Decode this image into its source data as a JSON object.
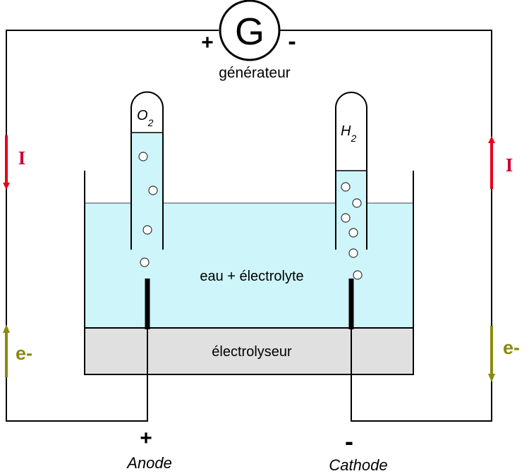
{
  "generator": {
    "symbol": "G",
    "label": "générateur",
    "plus_sign": "+",
    "minus_sign": "-"
  },
  "electrodes": {
    "anode_sign": "+",
    "anode_label": "Anode",
    "cathode_sign": "-",
    "cathode_label": "Cathode"
  },
  "tubes": {
    "left_gas": "O",
    "left_subscript": "2",
    "right_gas": "H",
    "right_subscript": "2"
  },
  "solution_label": "eau + électrolyte",
  "base_label": "électrolyseur",
  "current": {
    "left_label": "I",
    "right_label": "I"
  },
  "electrons": {
    "left_label": "e-",
    "right_label": "e-"
  },
  "colors": {
    "wire": "#000000",
    "water": "#cdf5fa",
    "base": "#e0e0e0",
    "current_arrow": "#e8001c",
    "current_text": "#cc0033",
    "electron_arrow": "#8a8a10"
  }
}
